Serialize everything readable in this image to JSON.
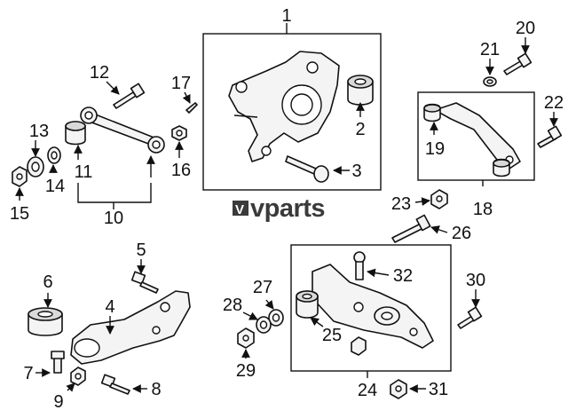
{
  "logo": {
    "text": "vparts",
    "mark": "V"
  },
  "callouts": {
    "c1": "1",
    "c2": "2",
    "c3": "3",
    "c4": "4",
    "c5": "5",
    "c6": "6",
    "c7": "7",
    "c8": "8",
    "c9": "9",
    "c10": "10",
    "c11": "11",
    "c12": "12",
    "c13": "13",
    "c14": "14",
    "c15": "15",
    "c16": "16",
    "c17": "17",
    "c18": "18",
    "c19": "19",
    "c20": "20",
    "c21": "21",
    "c22": "22",
    "c23": "23",
    "c24": "24",
    "c25": "25",
    "c26": "26",
    "c27": "27",
    "c28": "28",
    "c29": "29",
    "c30": "30",
    "c31": "31",
    "c32": "32"
  },
  "colors": {
    "line": "#111111",
    "part_fill": "#f4f4f4",
    "logo": "#3a3a3a"
  }
}
